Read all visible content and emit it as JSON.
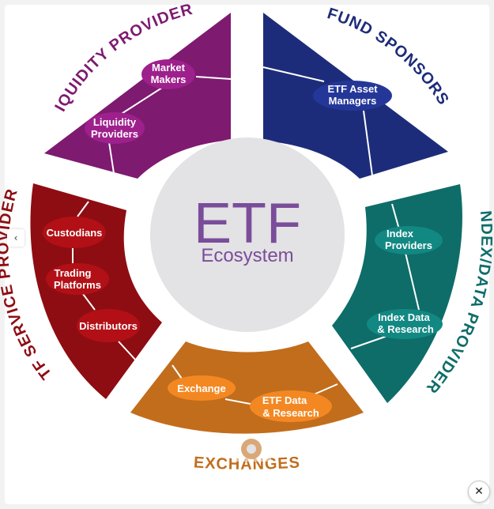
{
  "colors": {
    "background": "#ffffff",
    "center_circle": "#e3e2e4",
    "liquidity": "#7e1a70",
    "fund": "#1d2c7a",
    "index": "#0e6d69",
    "exchanges": "#c26d1c",
    "service": "#8e0d12"
  },
  "center": {
    "title": "ETF",
    "subtitle": "Ecosystem"
  },
  "segments": {
    "liquidity": {
      "title": "LIQUIDITY PROVIDERS",
      "nodes": [
        "Market Makers",
        "Liquidity Providers"
      ]
    },
    "fund": {
      "title": "FUND SPONSORS",
      "nodes": [
        "ETF Asset Managers"
      ]
    },
    "index": {
      "title": "INDEX/DATA PROVIDERS",
      "nodes": [
        "Index Providers",
        "Index Data & Research"
      ]
    },
    "exchanges": {
      "title": "EXCHANGES",
      "nodes": [
        "Exchange",
        "ETF Data & Research"
      ]
    },
    "service": {
      "title": "ETF SERVICE PROVIDERS",
      "nodes": [
        "Custodians",
        "Trading Platforms",
        "Distributors"
      ]
    }
  },
  "controls": {
    "collapse_icon": "chevron-left-icon",
    "close_icon": "close-icon",
    "collapse_glyph": "‹",
    "close_glyph": "✕"
  }
}
